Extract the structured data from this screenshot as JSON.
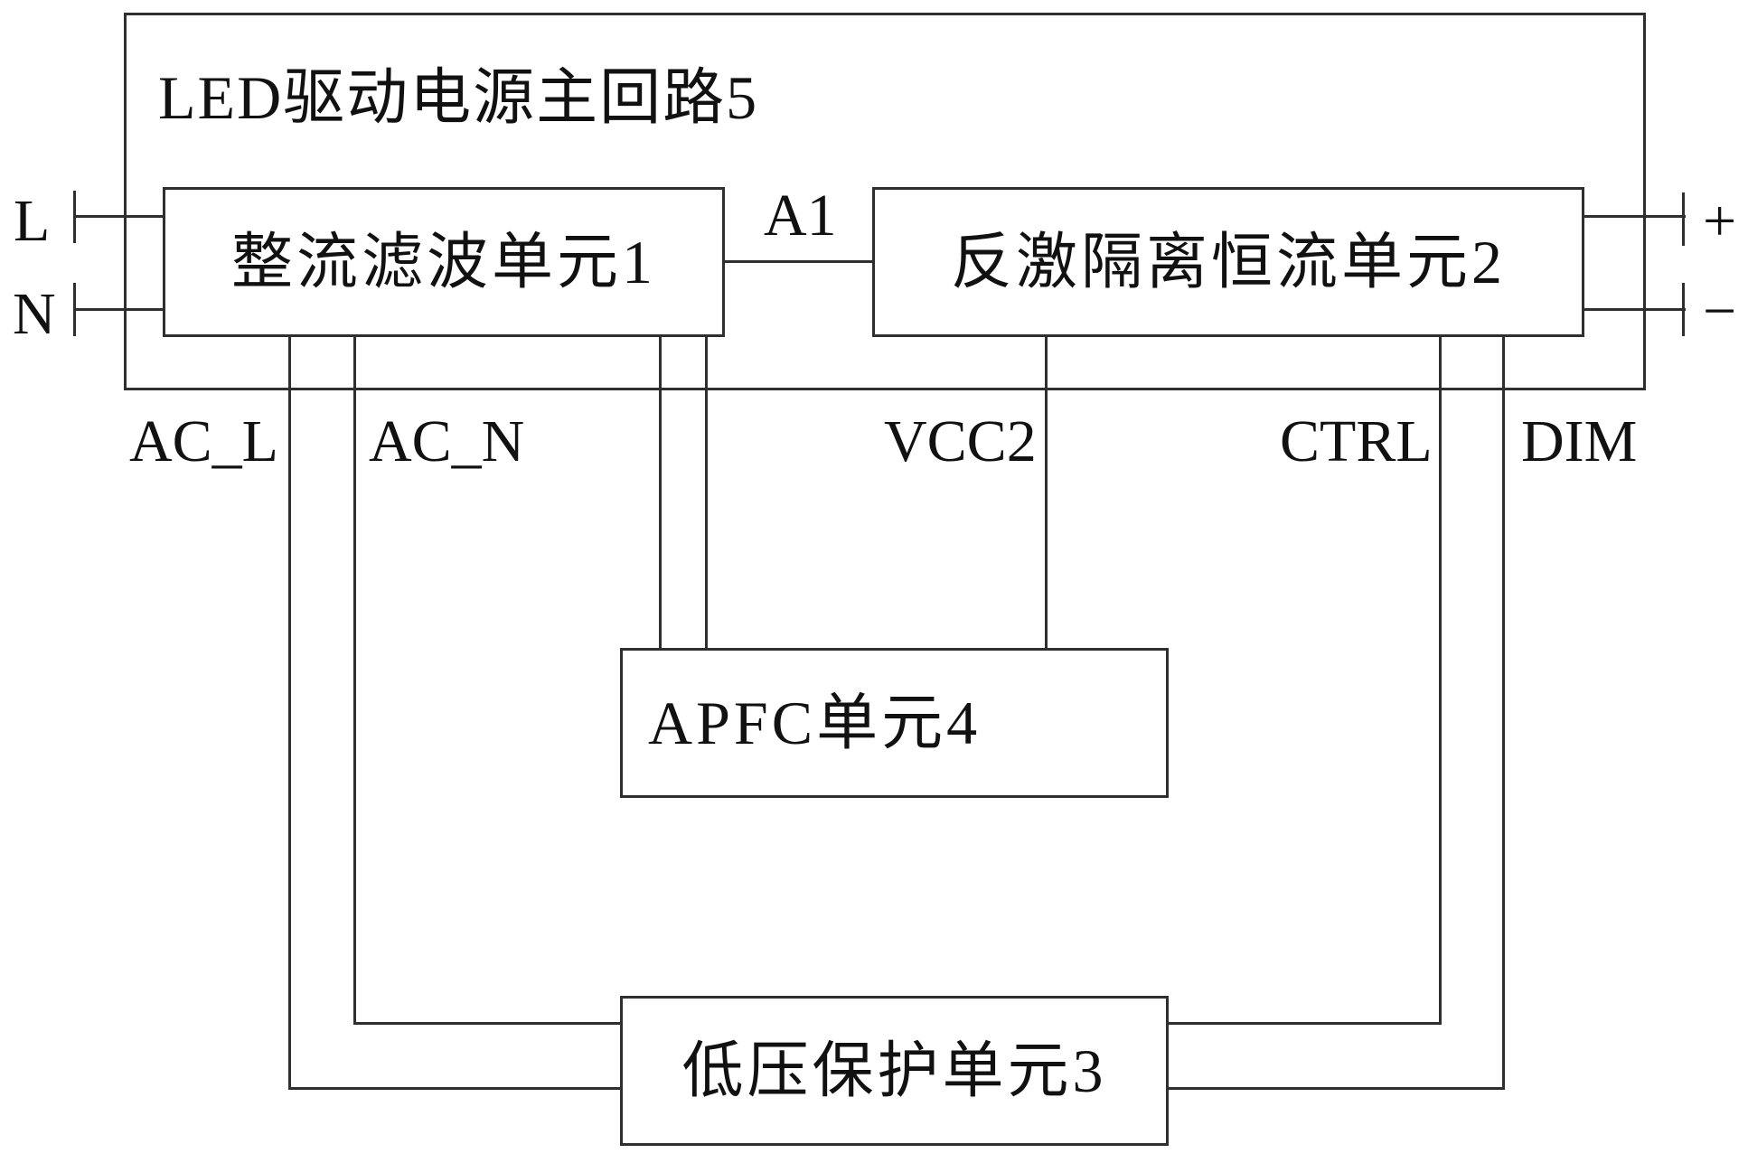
{
  "diagram_title": "LED驱动电源主回路5",
  "blocks": {
    "rectifier_filter": {
      "label": "整流滤波单元1"
    },
    "flyback_isolated_cc": {
      "label": "反激隔离恒流单元2"
    },
    "low_voltage_protection": {
      "label": "低压保护单元3"
    },
    "apfc": {
      "label": "APFC单元4"
    }
  },
  "terminals": {
    "line_input": "L",
    "neutral_input": "N",
    "output_positive": "+",
    "output_negative": "−"
  },
  "signals": {
    "node_a1": "A1",
    "ac_l": "AC_L",
    "ac_n": "AC_N",
    "vcc2": "VCC2",
    "ctrl": "CTRL",
    "dim": "DIM"
  },
  "colors": {
    "line": "#2f2f2f",
    "text": "#111111",
    "background": "#ffffff"
  }
}
